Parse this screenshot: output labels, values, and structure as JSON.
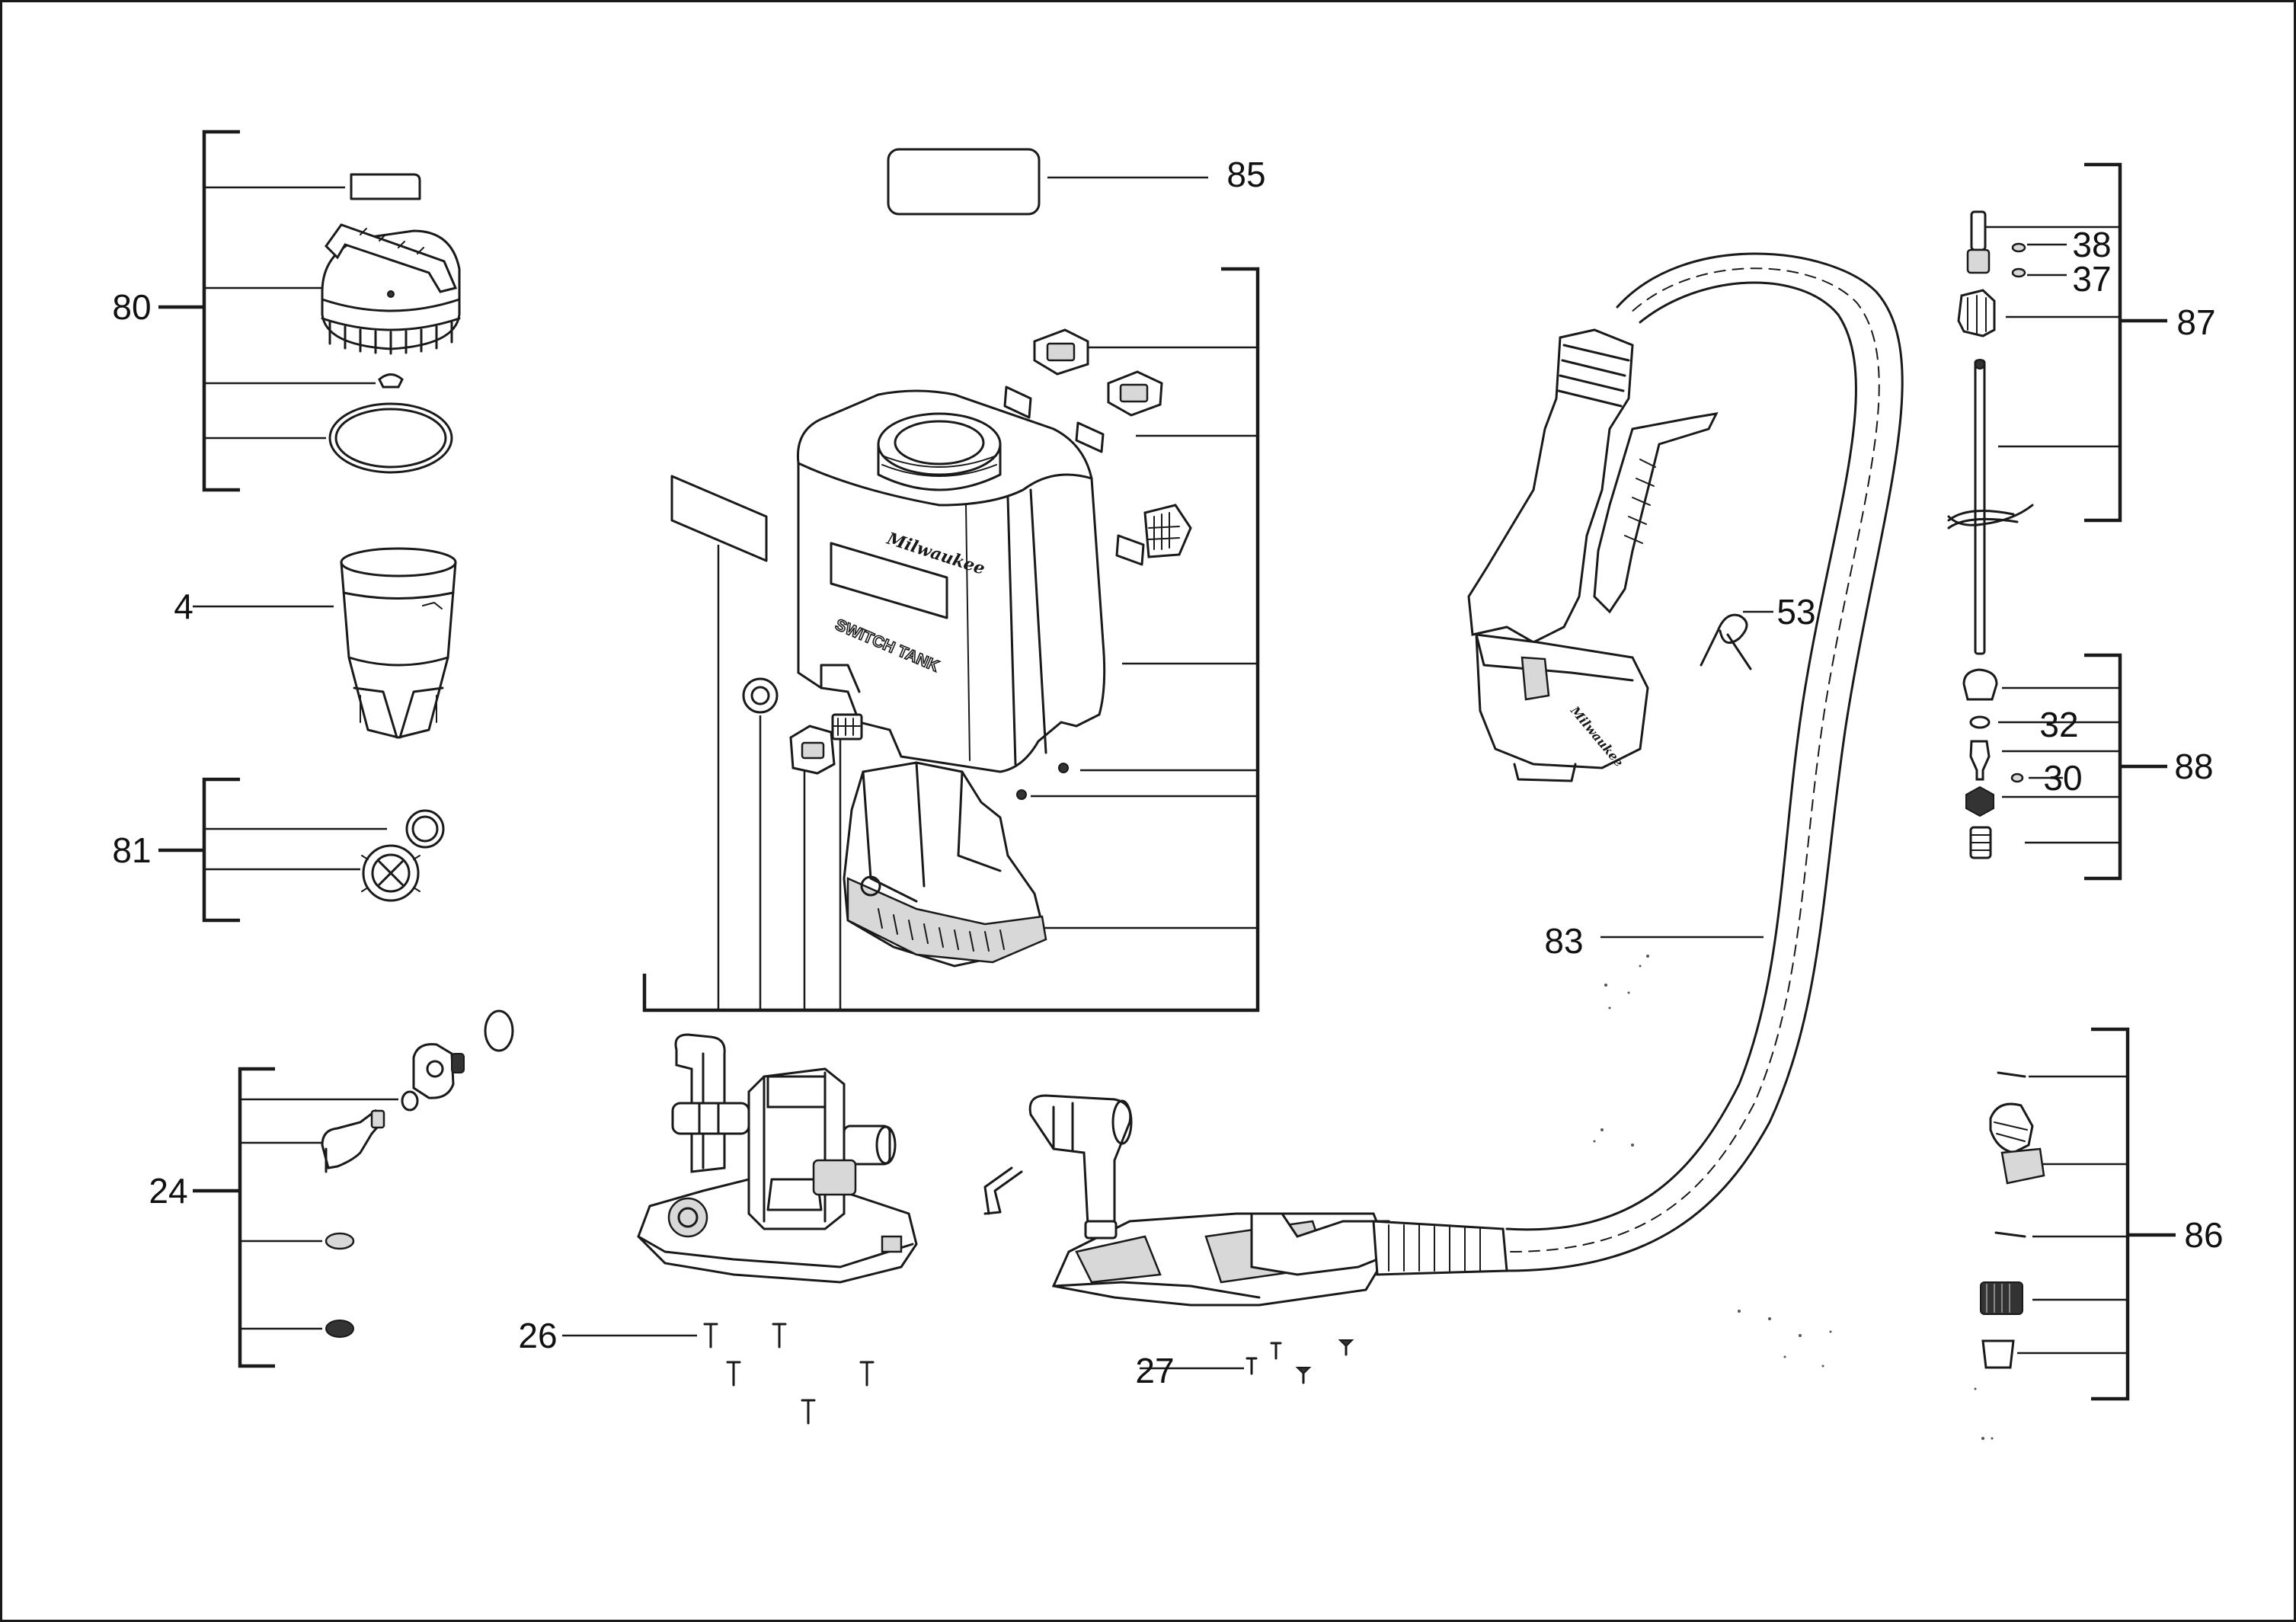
{
  "diagram": {
    "labels": {
      "p80": "80",
      "p4": "4",
      "p81": "81",
      "p24": "24",
      "p26": "26",
      "p85": "85",
      "p27": "27",
      "p53": "53",
      "p83": "83",
      "p38": "38",
      "p37": "37",
      "p87": "87",
      "p32": "32",
      "p30": "30",
      "p88": "88",
      "p86": "86"
    },
    "tank_print": {
      "brand": "Milwaukee",
      "model": "SWITCH TANK"
    }
  }
}
